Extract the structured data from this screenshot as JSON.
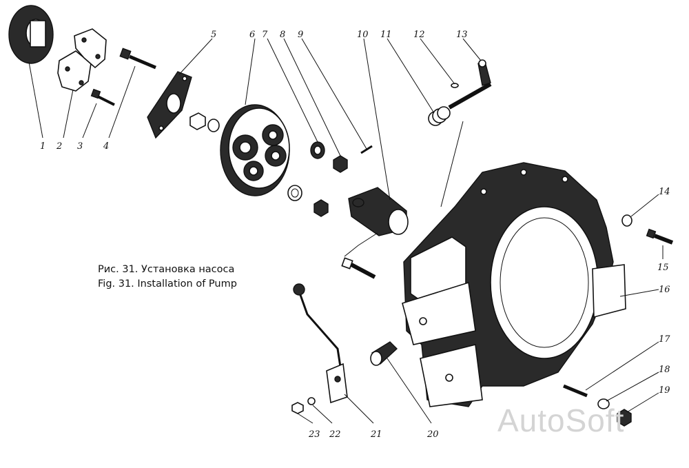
{
  "caption": {
    "ru": "Рис. 31. Установка насоса",
    "en": "Fig. 31. Installation of Pump"
  },
  "callouts": [
    "1",
    "2",
    "3",
    "4",
    "5",
    "6",
    "7",
    "8",
    "9",
    "10",
    "11",
    "12",
    "13",
    "14",
    "15",
    "16",
    "17",
    "18",
    "19",
    "20",
    "21",
    "22",
    "23"
  ],
  "watermark": "AutoSoft",
  "colors": {
    "ink": "#111111",
    "paper": "#ffffff",
    "watermark": "#d4d4d4"
  }
}
